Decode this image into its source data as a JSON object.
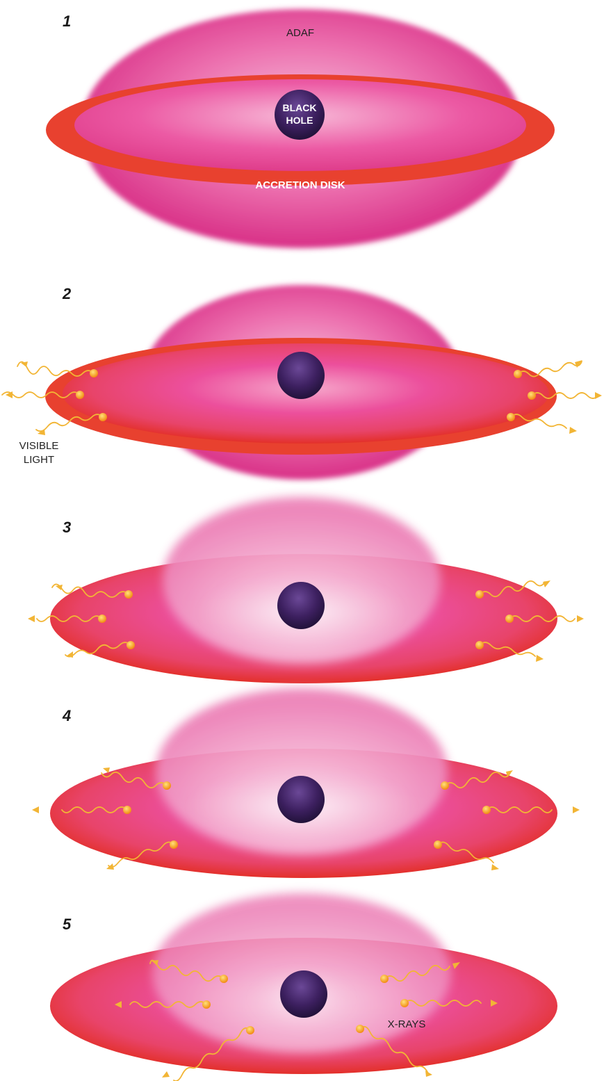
{
  "panels": [
    {
      "number": "1",
      "labels": {
        "adaf": "ADAF",
        "black_hole_line1": "BLACK",
        "black_hole_line2": "HOLE",
        "accretion_disk": "ACCRETION DISK"
      }
    },
    {
      "number": "2",
      "labels": {
        "visible_light_line1": "VISIBLE",
        "visible_light_line2": "LIGHT"
      }
    },
    {
      "number": "3",
      "labels": {}
    },
    {
      "number": "4",
      "labels": {}
    },
    {
      "number": "5",
      "labels": {
        "x_rays": "X-RAYS"
      }
    }
  ],
  "colors": {
    "disk_red": "#e83a2e",
    "adaf_pink": "#e9479a",
    "adaf_light": "#f6b9d6",
    "black_hole": "#3d2060",
    "photon": "#f7a21b",
    "wave": "#f2b535"
  }
}
